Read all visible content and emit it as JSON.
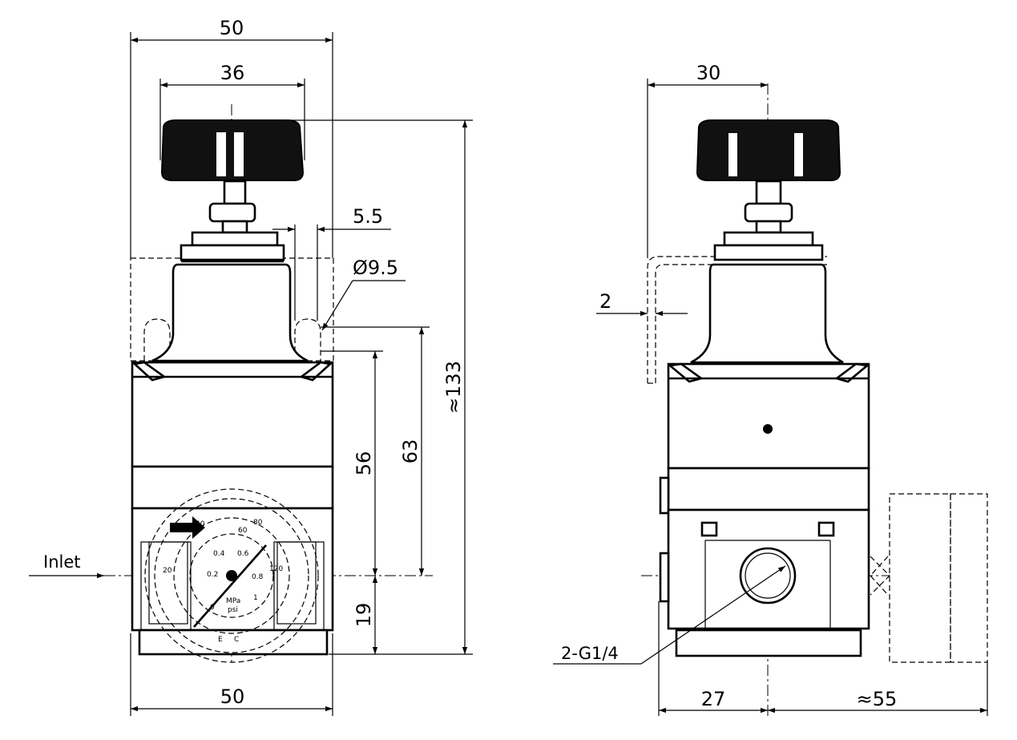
{
  "front_view": {
    "dim_top_width": "50",
    "dim_knob_width": "36",
    "dim_small_gap": "5.5",
    "dim_diameter": "Ø9.5",
    "dim_overall_height": "≈133",
    "dim_height_63": "63",
    "dim_height_56": "56",
    "dim_height_19": "19",
    "dim_bottom_width": "50",
    "inlet_label": "Inlet",
    "gauge_labels": [
      "0.2",
      "0.4",
      "0.6",
      "0.8",
      "1",
      "0",
      "MPa",
      "psi",
      "E",
      "C",
      "20",
      "40",
      "60",
      "80",
      "120"
    ]
  },
  "side_view": {
    "dim_top_width": "30",
    "dim_wall": "2",
    "port_label": "2-G1/4",
    "dim_left_width": "27",
    "dim_right_width": "≈55"
  }
}
